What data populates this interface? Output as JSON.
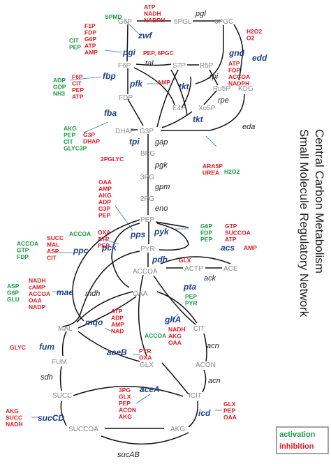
{
  "title_lines": [
    "Central Carbon Metabolism",
    "Small Molecule Regulatory Network"
  ],
  "legend": {
    "activation": "activation",
    "inhibition": "inhibition",
    "activation_color": "#1b9a46",
    "inhibition_color": "#e01b24"
  },
  "metabolites": {
    "g6p": "G6P",
    "6pgl": "6PGL",
    "6pgc": "6PGC",
    "f6p": "F6P",
    "s7p": "S7P",
    "r5p": "R5P",
    "ru5p": "Ru5P",
    "kdg": "KDG",
    "fdp": "FDP",
    "e4p": "E4P",
    "xu5p": "Xu5P",
    "dhap": "DHAP",
    "g3p": "G3P",
    "bpg": "BPG",
    "3pg": "3PG",
    "2pg": "2PG",
    "pep": "PEP",
    "pyr": "PYR",
    "accoa": "ACCOA",
    "actp": "ACTP",
    "ace": "ACE",
    "oaa": "OAA",
    "cit": "CIT",
    "mal": "MAL",
    "acon": "ACON",
    "glx": "GLX",
    "fum": "FUM",
    "icit": "ICIT",
    "succ": "SUCC",
    "succoa": "SUCCOA",
    "akg": "AKG"
  },
  "enzymes_blue": {
    "zwf": "zwf",
    "pgi": "pgi",
    "gnd": "gnd",
    "edd": "edd",
    "fbp": "fbp",
    "pfk": "pfk",
    "tkt1": "tkt",
    "tkt2": "tkt",
    "fba": "fba",
    "tpi": "tpi",
    "pps": "pps",
    "pyk": "pyk",
    "ppc": "ppc",
    "pck": "pck",
    "pdh": "pdh",
    "acs": "acs",
    "pta": "pta",
    "mae": "mae",
    "gltA": "gltA",
    "mqo": "mqo",
    "aceB": "aceB",
    "fum": "fum",
    "aceA": "aceA",
    "sucCD": "sucCD",
    "icd": "icd"
  },
  "enzymes_black": {
    "pgl": "pgl",
    "tal": "tal",
    "rpi": "rpi",
    "rpe": "rpe",
    "eda": "eda",
    "gap": "gap",
    "pgk": "pgk",
    "gpm": "gpm",
    "eno": "eno",
    "ack": "ack",
    "mdh": "mdh",
    "acn1": "acn",
    "acn2": "acn",
    "sdh": "sdh",
    "sucAB": "sucAB"
  },
  "regulators": {
    "zwf_act": [
      "SPMD"
    ],
    "zwf_inh": [
      "ATP",
      "NADH",
      "NADPH"
    ],
    "pgi_inh_left": [
      "F1P",
      "FDP",
      "G6P",
      "ATP",
      "AMP"
    ],
    "pgi_act": [
      "CIT",
      "PEP"
    ],
    "pgi_inh_right": [
      "PEP, 6PGC"
    ],
    "edd_inh": [
      "H2O2",
      "O2"
    ],
    "gnd_inh": [
      "ATP",
      "FDP",
      "ACCOA",
      "NADPH"
    ],
    "fbp_act": [
      "ADP",
      "GDP",
      "NH3"
    ],
    "fbp_inh": [
      "F6P",
      "CIT",
      "PEP",
      "ATP"
    ],
    "pfk_inh": [
      "AMP"
    ],
    "fba_act": [
      "AKG",
      "PEP",
      "CIT",
      "GLYC3P"
    ],
    "fba_inh": [
      "G3P",
      "DHAP"
    ],
    "tpi_inh": [
      "2PGLYC"
    ],
    "tkt2_inh": [
      "ARA5P",
      "UREA"
    ],
    "tkt2_act": [
      "H2O2"
    ],
    "pps_inh": [
      "OAA",
      "AMP",
      "AKG",
      "ADP",
      "G3P",
      "PEP"
    ],
    "pck_act": [
      "ACCOA"
    ],
    "pck_inh": [
      "OXA",
      "ATP",
      "PEP"
    ],
    "pyk_act": [
      "G6P",
      "FDP",
      "PEP"
    ],
    "pyk_inh": [
      "GTP",
      "SUCCOA",
      "ATP"
    ],
    "ppc_act": [
      "ACCOA",
      "GTP",
      "FDP"
    ],
    "ppc_inh": [
      "SUCC",
      "MAL",
      "ASP",
      "CIT"
    ],
    "pdh_inh": [
      "GLX"
    ],
    "acs_inh": [
      "AMP"
    ],
    "pta_act": [
      "PEP",
      "PYR"
    ],
    "mae_act": [
      "ASP",
      "G6P",
      "GLU"
    ],
    "mae_inh": [
      "NADH",
      "cAMP",
      "ACCOA",
      "OAA",
      "NADP"
    ],
    "mqo_inh": [
      "ATP",
      "ADP",
      "AMP",
      "NAD"
    ],
    "gltA_inh": [
      "NADH",
      "AKG",
      "OAA"
    ],
    "gltA_act": [
      "ACCOA"
    ],
    "aceB_inh": [
      "PYR",
      "OXA"
    ],
    "fum_inh": [
      "GLYC"
    ],
    "aceA_inh": [
      "3PG",
      "GLX",
      "PEP",
      "ACON",
      "AKG"
    ],
    "sucCD_inh": [
      "AKG",
      "SUCC",
      "NADH"
    ],
    "icd_inh": [
      "GLX",
      "PEP",
      "OAA"
    ]
  }
}
